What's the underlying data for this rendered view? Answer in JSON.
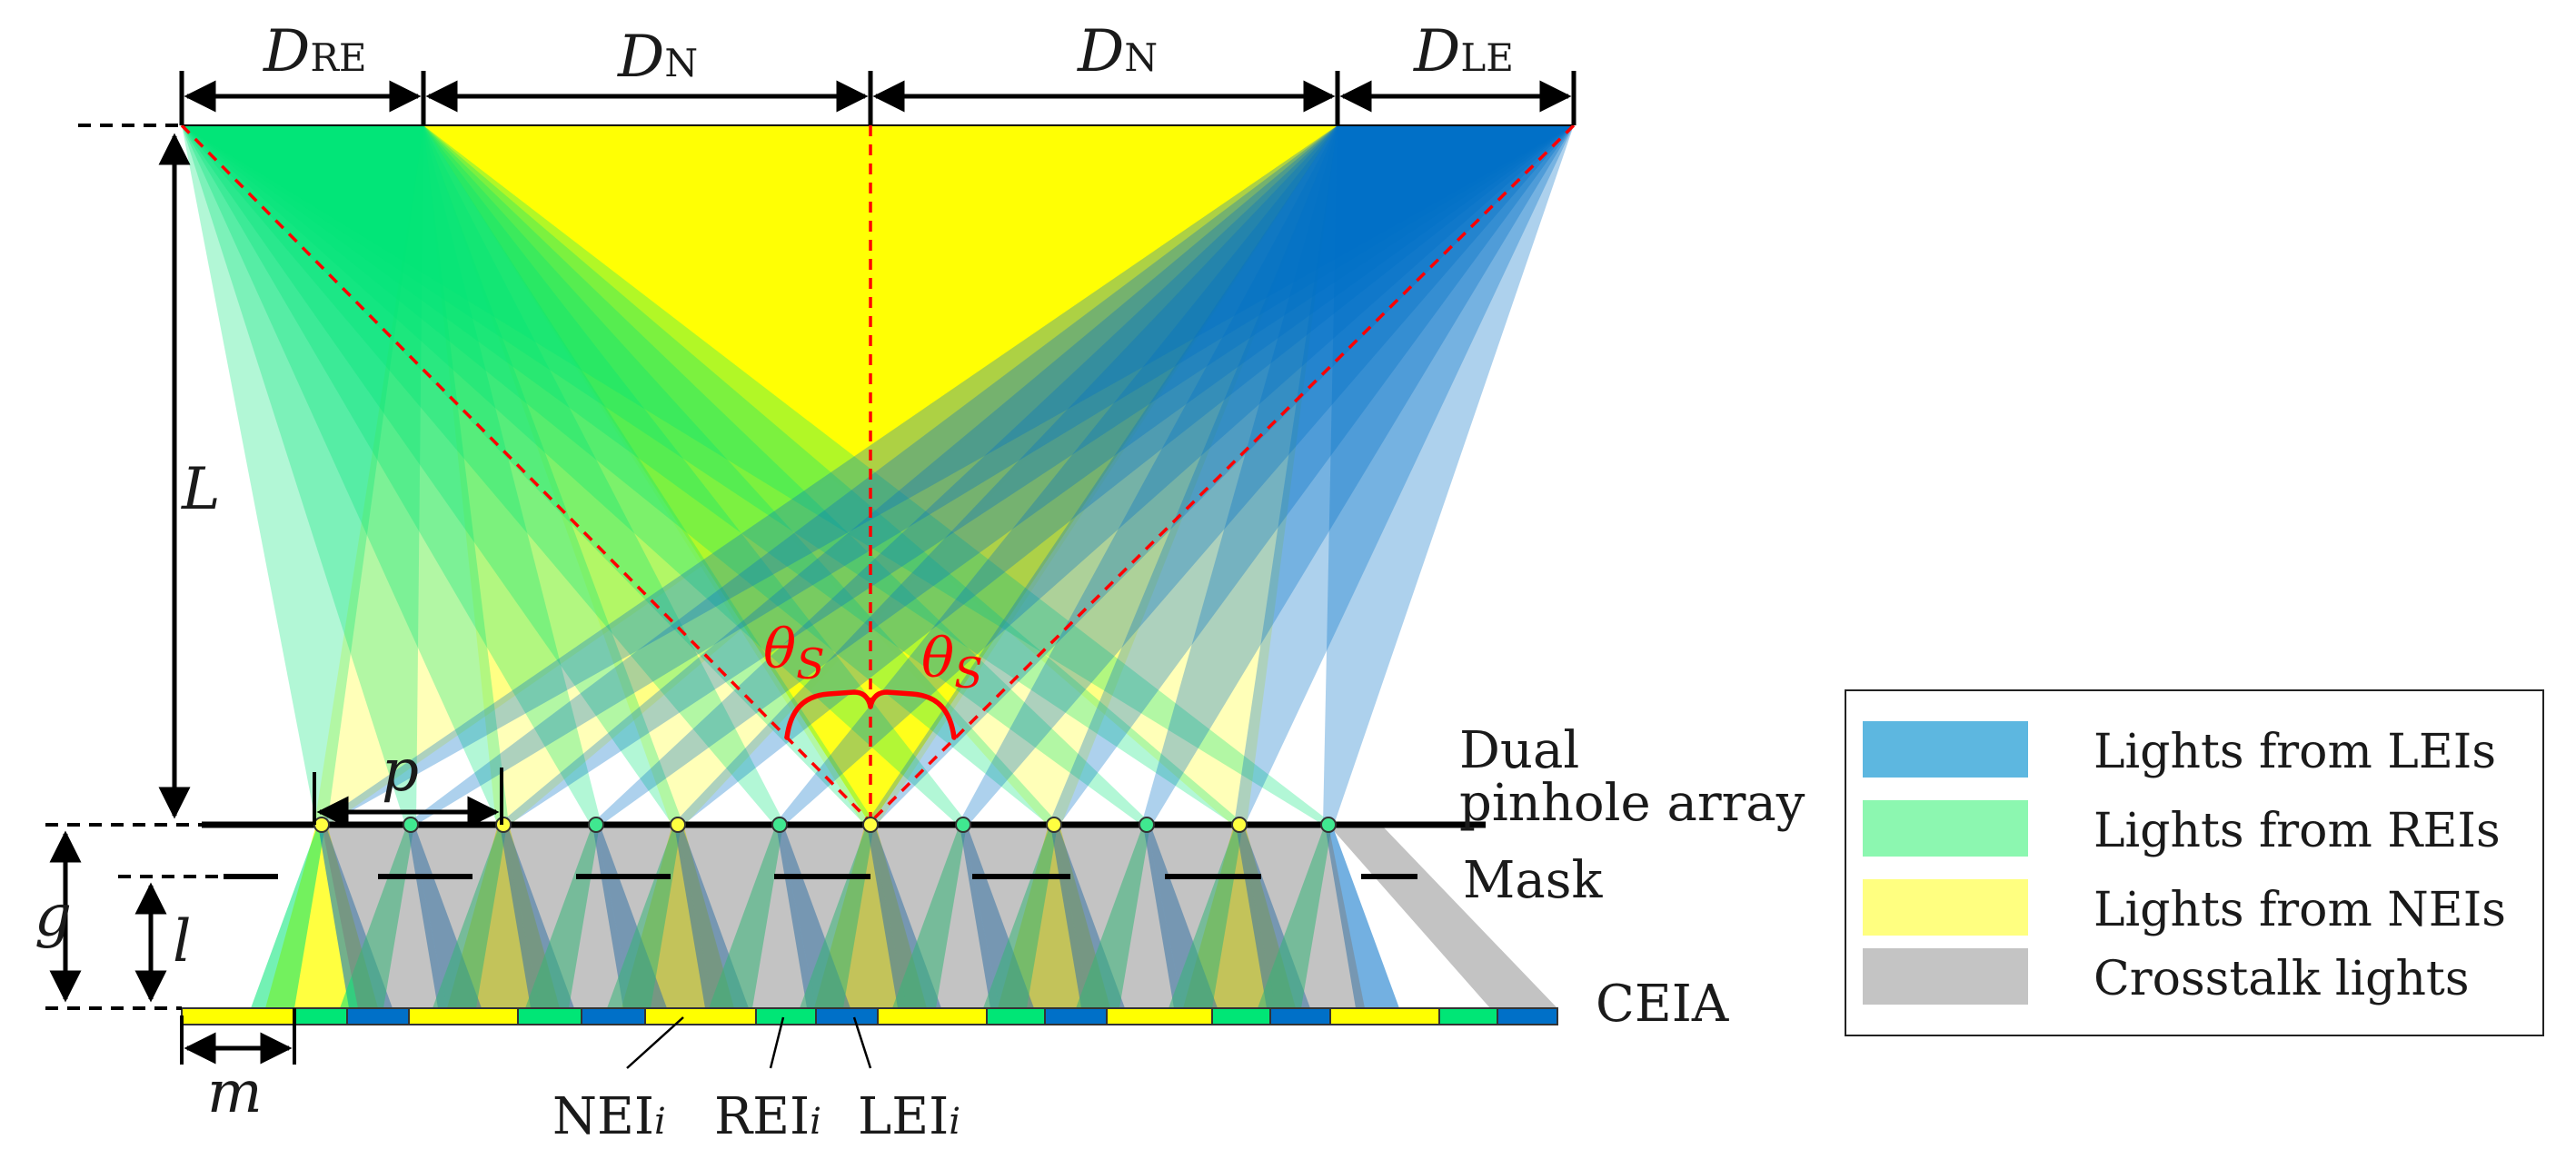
{
  "diagram": {
    "dims": {
      "d_re": {
        "base": "D",
        "sub": "RE"
      },
      "d_n_left": {
        "base": "D",
        "sub": "N"
      },
      "d_n_right": {
        "base": "D",
        "sub": "N"
      },
      "d_le": {
        "base": "D",
        "sub": "LE"
      }
    },
    "labels": {
      "L": "L",
      "p": "p",
      "g": "g",
      "l": "l",
      "m": "m",
      "theta_left": {
        "base": "θ",
        "sub": "S"
      },
      "theta_right": {
        "base": "θ",
        "sub": "S"
      },
      "pinhole_line1": "Dual",
      "pinhole_line2": "pinhole array",
      "mask": "Mask",
      "ceia": "CEIA",
      "nei": {
        "base": "NEI",
        "sub": "i"
      },
      "rei": {
        "base": "REI",
        "sub": "i"
      },
      "lei": {
        "base": "LEI",
        "sub": "i"
      }
    },
    "legend": [
      {
        "label": "Lights from LEIs",
        "color": "#5db7e0"
      },
      {
        "label": "Lights from REIs",
        "color": "#8cf7b0"
      },
      {
        "label": "Lights from NEIs",
        "color": "#ffff80"
      },
      {
        "label": "Crosstalk lights",
        "color": "#c4c4c4"
      }
    ],
    "colors": {
      "blue_light": "#0070c8",
      "green_light": "#00e676",
      "yellow_light": "#ffff00",
      "crosstalk": "#7a7a7a",
      "accent_red": "#ff0000"
    }
  }
}
